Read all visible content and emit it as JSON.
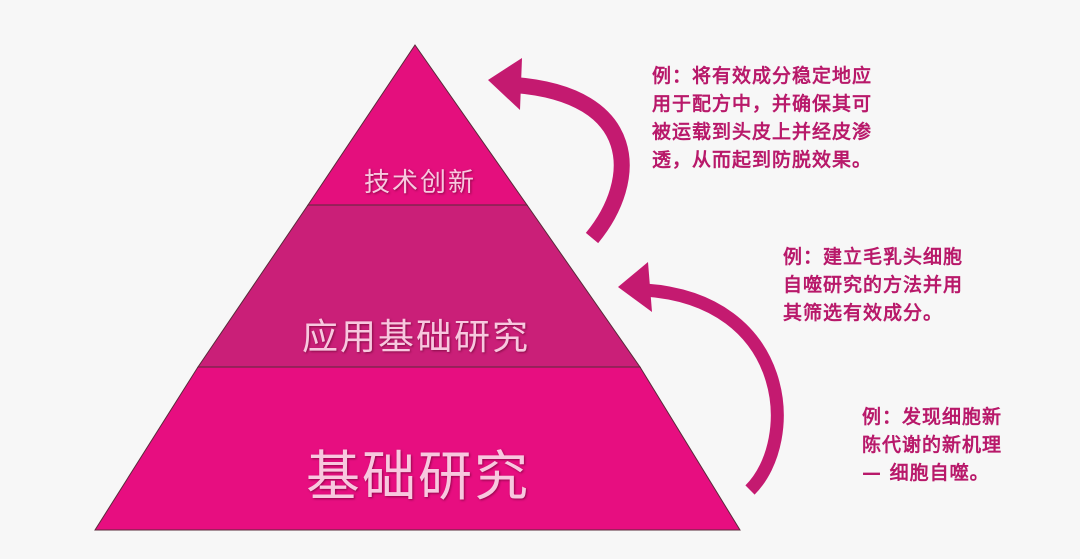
{
  "tiers": [
    {
      "label": "技术创新",
      "color": "#e40f7d"
    },
    {
      "label": "应用基础研究",
      "color": "#ca1f78"
    },
    {
      "label": "基础研究",
      "color": "#e70e80"
    }
  ],
  "notes": [
    {
      "lines": [
        "例：将有效成分稳定地应",
        "用于配方中，并确保其可",
        "被运载到头皮上并经皮渗",
        "透，从而起到防脱效果。"
      ]
    },
    {
      "lines": [
        "例：建立毛乳头细胞",
        "自噬研究的方法并用",
        "其筛选有效成分。"
      ]
    },
    {
      "lines": [
        "例：发现细胞新",
        "陈代谢的新机理",
        "— 细胞自噬。"
      ]
    }
  ],
  "arrow_color": "#c41a70"
}
